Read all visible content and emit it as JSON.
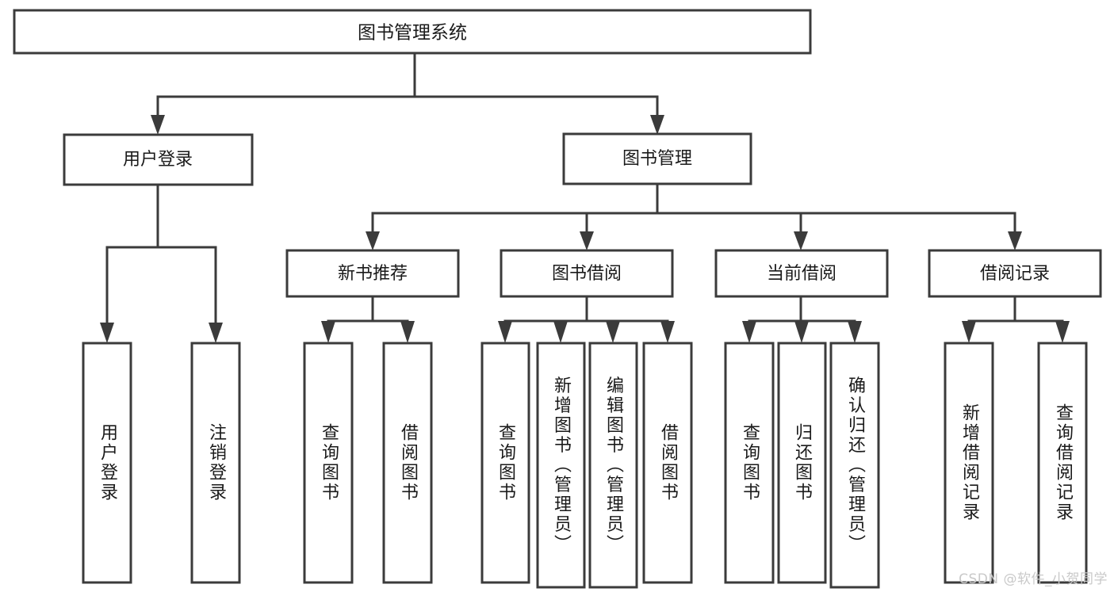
{
  "diagram": {
    "kind": "tree-hierarchy-chart",
    "title_node": {
      "id": "root",
      "label": "图书管理系统"
    },
    "level2": [
      {
        "id": "user-login",
        "label": "用户登录"
      },
      {
        "id": "book-manage",
        "label": "图书管理"
      }
    ],
    "level3": [
      {
        "id": "new-book-rec",
        "label": "新书推荐"
      },
      {
        "id": "book-borrow",
        "label": "图书借阅"
      },
      {
        "id": "current-borrow",
        "label": "当前借阅"
      },
      {
        "id": "borrow-record",
        "label": "借阅记录"
      }
    ],
    "leaves": {
      "user_login": [
        {
          "id": "leaf-user-login",
          "label": "用户登录"
        },
        {
          "id": "leaf-logout",
          "label": "注销登录"
        }
      ],
      "new_book_rec": [
        {
          "id": "leaf-query-book-1",
          "label": "查询图书"
        },
        {
          "id": "leaf-borrow-book-1",
          "label": "借阅图书"
        }
      ],
      "book_borrow": [
        {
          "id": "leaf-query-book-2",
          "label": "查询图书"
        },
        {
          "id": "leaf-add-book",
          "label": "新增图书（管理员）"
        },
        {
          "id": "leaf-edit-book",
          "label": "编辑图书（管理员）"
        },
        {
          "id": "leaf-borrow-book-2",
          "label": "借阅图书"
        }
      ],
      "current_borrow": [
        {
          "id": "leaf-query-book-3",
          "label": "查询图书"
        },
        {
          "id": "leaf-return-book",
          "label": "归还图书"
        },
        {
          "id": "leaf-confirm-return",
          "label": "确认归还（管理员）"
        }
      ],
      "borrow_record": [
        {
          "id": "leaf-add-record",
          "label": "新增借阅记录"
        },
        {
          "id": "leaf-query-record",
          "label": "查询借阅记录"
        }
      ]
    },
    "colors": {
      "stroke": "#3b3b3b",
      "fill": "#ffffff",
      "text": "#1a1a1a",
      "watermark": "#c9c9c9",
      "background": "#ffffff"
    }
  },
  "watermark": {
    "text": "CSDN @软件_小贺同学"
  }
}
